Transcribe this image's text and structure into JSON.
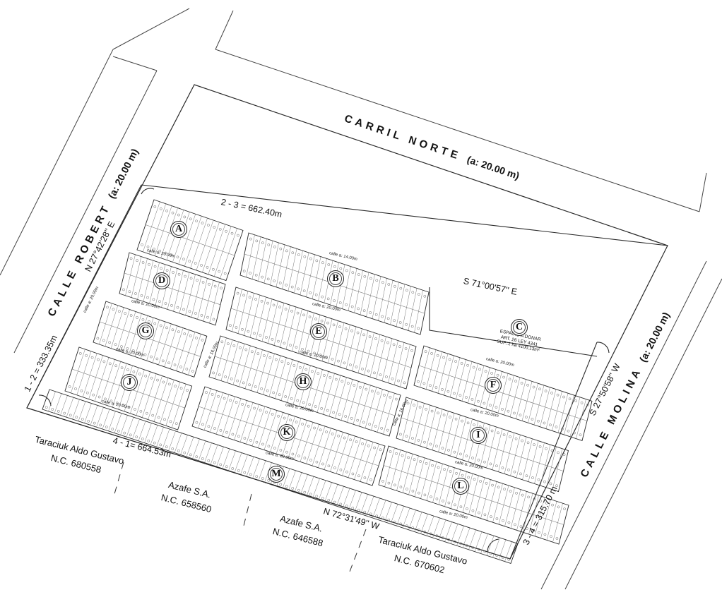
{
  "streets": {
    "north": {
      "name": "CARRIL NORTE",
      "width": "(a: 20.00 m)"
    },
    "west": {
      "name": "CALLE ROBERT",
      "width": "(a: 20.00 m)"
    },
    "east": {
      "name": "CALLE MOLINA",
      "width": "(a: 20.00 m)"
    }
  },
  "dimensions": {
    "side_12": "1 - 2 = 333.35m",
    "side_23": "2 - 3 = 662.40m",
    "side_34": "3 - 4 = 315.70 m",
    "side_41": "4 - 1= 664.53m"
  },
  "bearings": {
    "west": "N 27°42'28'' E",
    "north": "S 71°00'57'' E",
    "east": "S 27°50'58'' W",
    "south": "N 72°31'49'' W"
  },
  "internal_streets": {
    "s1": "calle a: 14.00m",
    "s2": "calle a: 20.00m",
    "s3": "calle a: 20.00m",
    "s4": "calle a: 20.00m",
    "s5": "calle a: 20.00m",
    "s6": "calle a: 20.00m",
    "s7": "calle a: 20.00m",
    "s8": "calle a: 20.00m",
    "s9": "calle a: 20.00m",
    "s10": "calle a: 20.00m",
    "s11": "calle a: 20.00m",
    "s12": "calle a: 20.00m",
    "s13": "calle a: 20.00m",
    "v1": "calle a: 20.00m",
    "v2": "calle a: 16.00m",
    "v3": "calle a: 16.00m"
  },
  "blocks": [
    "A",
    "B",
    "C",
    "D",
    "E",
    "F",
    "G",
    "H",
    "I",
    "J",
    "K",
    "L",
    "M"
  ],
  "donation": {
    "line1": "ESPACIO A DONAR",
    "line2": "ART. 26 LEY 4341",
    "line3": "SUP.:1 ha 4100,13m²"
  },
  "neighbors": [
    {
      "name": "Taraciuk Aldo Gustavo",
      "nc": "N.C. 680558"
    },
    {
      "name": "Azafe  S.A.",
      "nc": "N.C. 658560"
    },
    {
      "name": "Azafe  S.A.",
      "nc": "N.C. 646588"
    },
    {
      "name": "Taraciuk Aldo Gustavo",
      "nc": "N.C. 670602"
    }
  ],
  "colors": {
    "line": "#2a2a2a",
    "lot_line": "#777777",
    "street_line": "#444444"
  }
}
